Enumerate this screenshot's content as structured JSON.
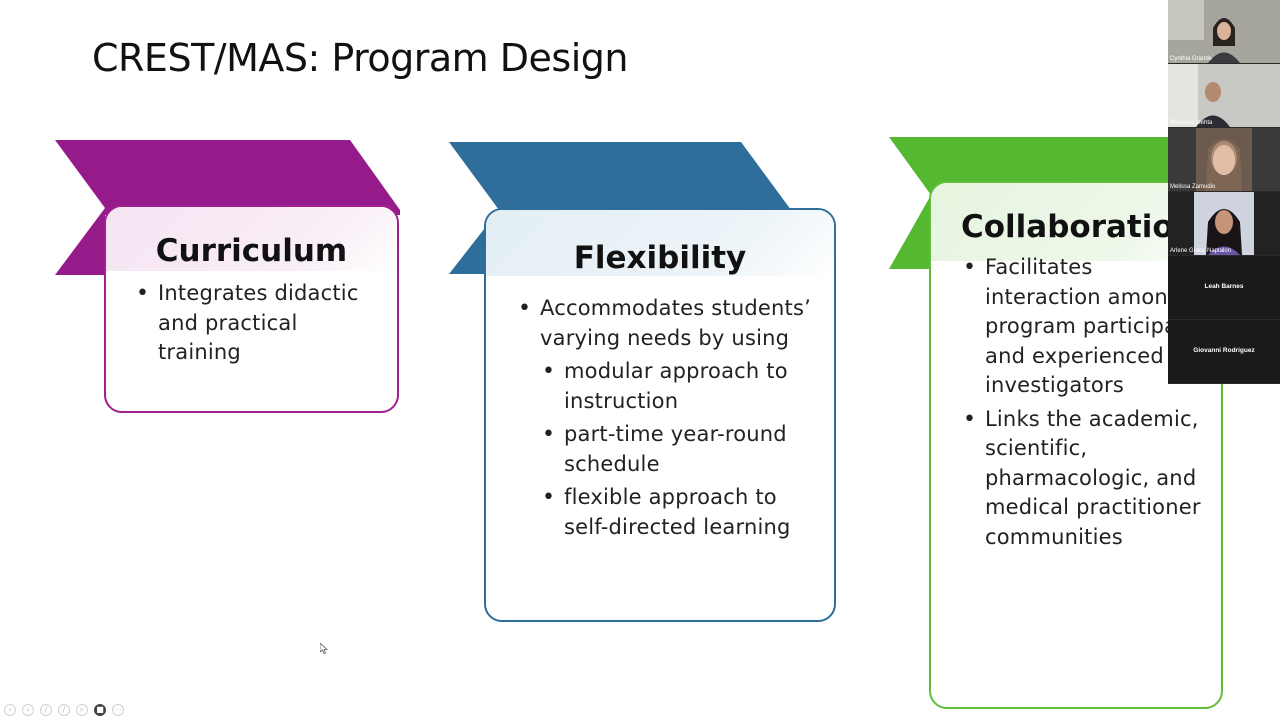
{
  "slide": {
    "title": "CREST/MAS: Program Design",
    "colors": {
      "curriculum": "#951a8a",
      "flexibility": "#2f6e9b",
      "collaboration": "#54b831"
    },
    "cards": [
      {
        "heading": "Curriculum",
        "bullets": [
          "Integrates didactic and practical training"
        ]
      },
      {
        "heading": "Flexibility",
        "bullets": [
          "Accommodates students’ varying needs by using"
        ],
        "sub_bullets": [
          "modular approach to instruction",
          "part-time year-round schedule",
          "flexible approach to self-directed learning"
        ]
      },
      {
        "heading": "Collaboration",
        "bullets": [
          "Facilitates interaction among program participants and experienced investigators",
          "Links the academic, scientific, pharmacologic, and medical practitioner communities"
        ]
      }
    ]
  },
  "participants": [
    {
      "name": "Cynthia Grande",
      "video": true
    },
    {
      "name": "Ravindra Mehta",
      "video": true
    },
    {
      "name": "Melissa Zamudio",
      "video": true
    },
    {
      "name": "Arlene Grace Naptalon",
      "video": true
    },
    {
      "name": "Leah Barnes",
      "video": false
    },
    {
      "name": "Giovanni Rodriguez",
      "video": false
    }
  ],
  "toolbar_icons": [
    "back-icon",
    "forward-icon",
    "pen-icon",
    "highlighter-icon",
    "zoom-icon",
    "camera-icon",
    "more-icon"
  ]
}
